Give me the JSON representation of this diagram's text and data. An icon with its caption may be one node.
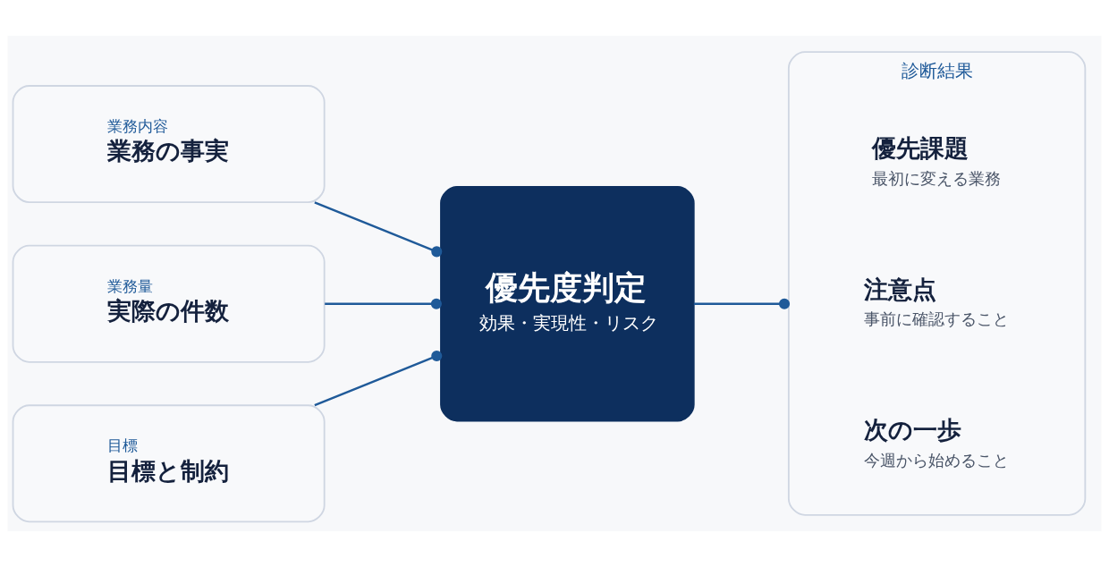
{
  "diagram": {
    "nodes": [
      {
        "text": [
          "業務内容",
          "業務の事実"
        ]
      },
      {
        "text": [
          "業務量",
          "実際の件数"
        ]
      },
      {
        "text": [
          "目標",
          "目標と制約"
        ]
      },
      {
        "text": [
          "優先度判定",
          "効果・実現性・リスク"
        ]
      },
      {
        "text": [
          "診断結果"
        ]
      },
      {
        "text": [
          "優先課題",
          "最初に変える業務"
        ],
        "in": 4
      },
      {
        "text": [
          "注意点",
          "事前に確認すること"
        ],
        "in": 4
      },
      {
        "text": [
          "次の一歩",
          "今週から始めること"
        ],
        "in": 4
      }
    ],
    "edges": [
      {
        "from": 0,
        "to": 3,
        "arrow": "other"
      },
      {
        "from": 1,
        "to": 3,
        "arrow": "other"
      },
      {
        "from": 2,
        "to": 3,
        "arrow": "other"
      },
      {
        "from": 3,
        "to": 4,
        "arrow": "other"
      }
    ]
  }
}
